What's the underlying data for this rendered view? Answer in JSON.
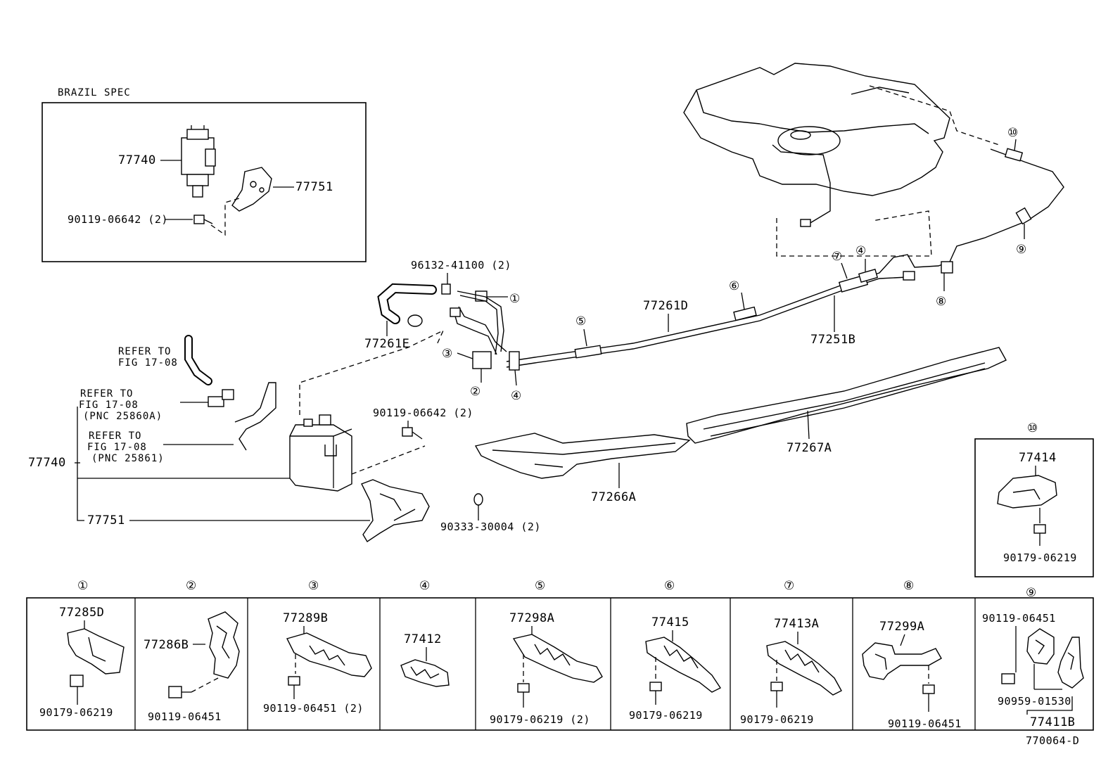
{
  "inset_title": "BRAZIL SPEC",
  "diagram_code": "770064-D",
  "inset_labels": {
    "canister": "77740",
    "bracket": "77751",
    "bolt": "90119-06642 (2)"
  },
  "main_labels": {
    "clip_96132": "96132-41100 (2)",
    "hose_77261E": "77261E",
    "tube_77261D": "77261D",
    "tube_77251B": "77251B",
    "protector_77267A": "77267A",
    "protector_77266A": "77266A",
    "bolt_main": "90119-06642 (2)",
    "nut_90333": "90333-30004 (2)",
    "canister_main": "77740",
    "bracket_main": "77751"
  },
  "refer_notes": [
    {
      "line1": "REFER TO",
      "line2": "FIG 17-08",
      "line3": ""
    },
    {
      "line1": "REFER TO",
      "line2": "FIG 17-08",
      "line3": "(PNC 25860A)"
    },
    {
      "line1": "REFER TO",
      "line2": "FIG 17-08",
      "line3": "(PNC 25861)"
    }
  ],
  "callouts_main": [
    "①",
    "②",
    "③",
    "④",
    "⑤",
    "⑥",
    "⑦",
    "④",
    "⑧",
    "⑨",
    "⑩"
  ],
  "detail_10": {
    "callout": "⑩",
    "part": "77414",
    "bolt": "90179-06219"
  },
  "details": [
    {
      "callout": "①",
      "parts": [
        "77285D",
        "90179-06219"
      ]
    },
    {
      "callout": "②",
      "parts": [
        "77286B",
        "90119-06451"
      ]
    },
    {
      "callout": "③",
      "parts": [
        "77289B",
        "90119-06451 (2)"
      ]
    },
    {
      "callout": "④",
      "parts": [
        "77412"
      ]
    },
    {
      "callout": "⑤",
      "parts": [
        "77298A",
        "90179-06219 (2)"
      ]
    },
    {
      "callout": "⑥",
      "parts": [
        "77415",
        "90179-06219"
      ]
    },
    {
      "callout": "⑦",
      "parts": [
        "77413A",
        "90179-06219"
      ]
    },
    {
      "callout": "⑧",
      "parts": [
        "77299A",
        "90119-06451"
      ]
    },
    {
      "callout": "⑨",
      "parts": [
        "90119-06451",
        "90959-01530",
        "77411B"
      ]
    }
  ]
}
